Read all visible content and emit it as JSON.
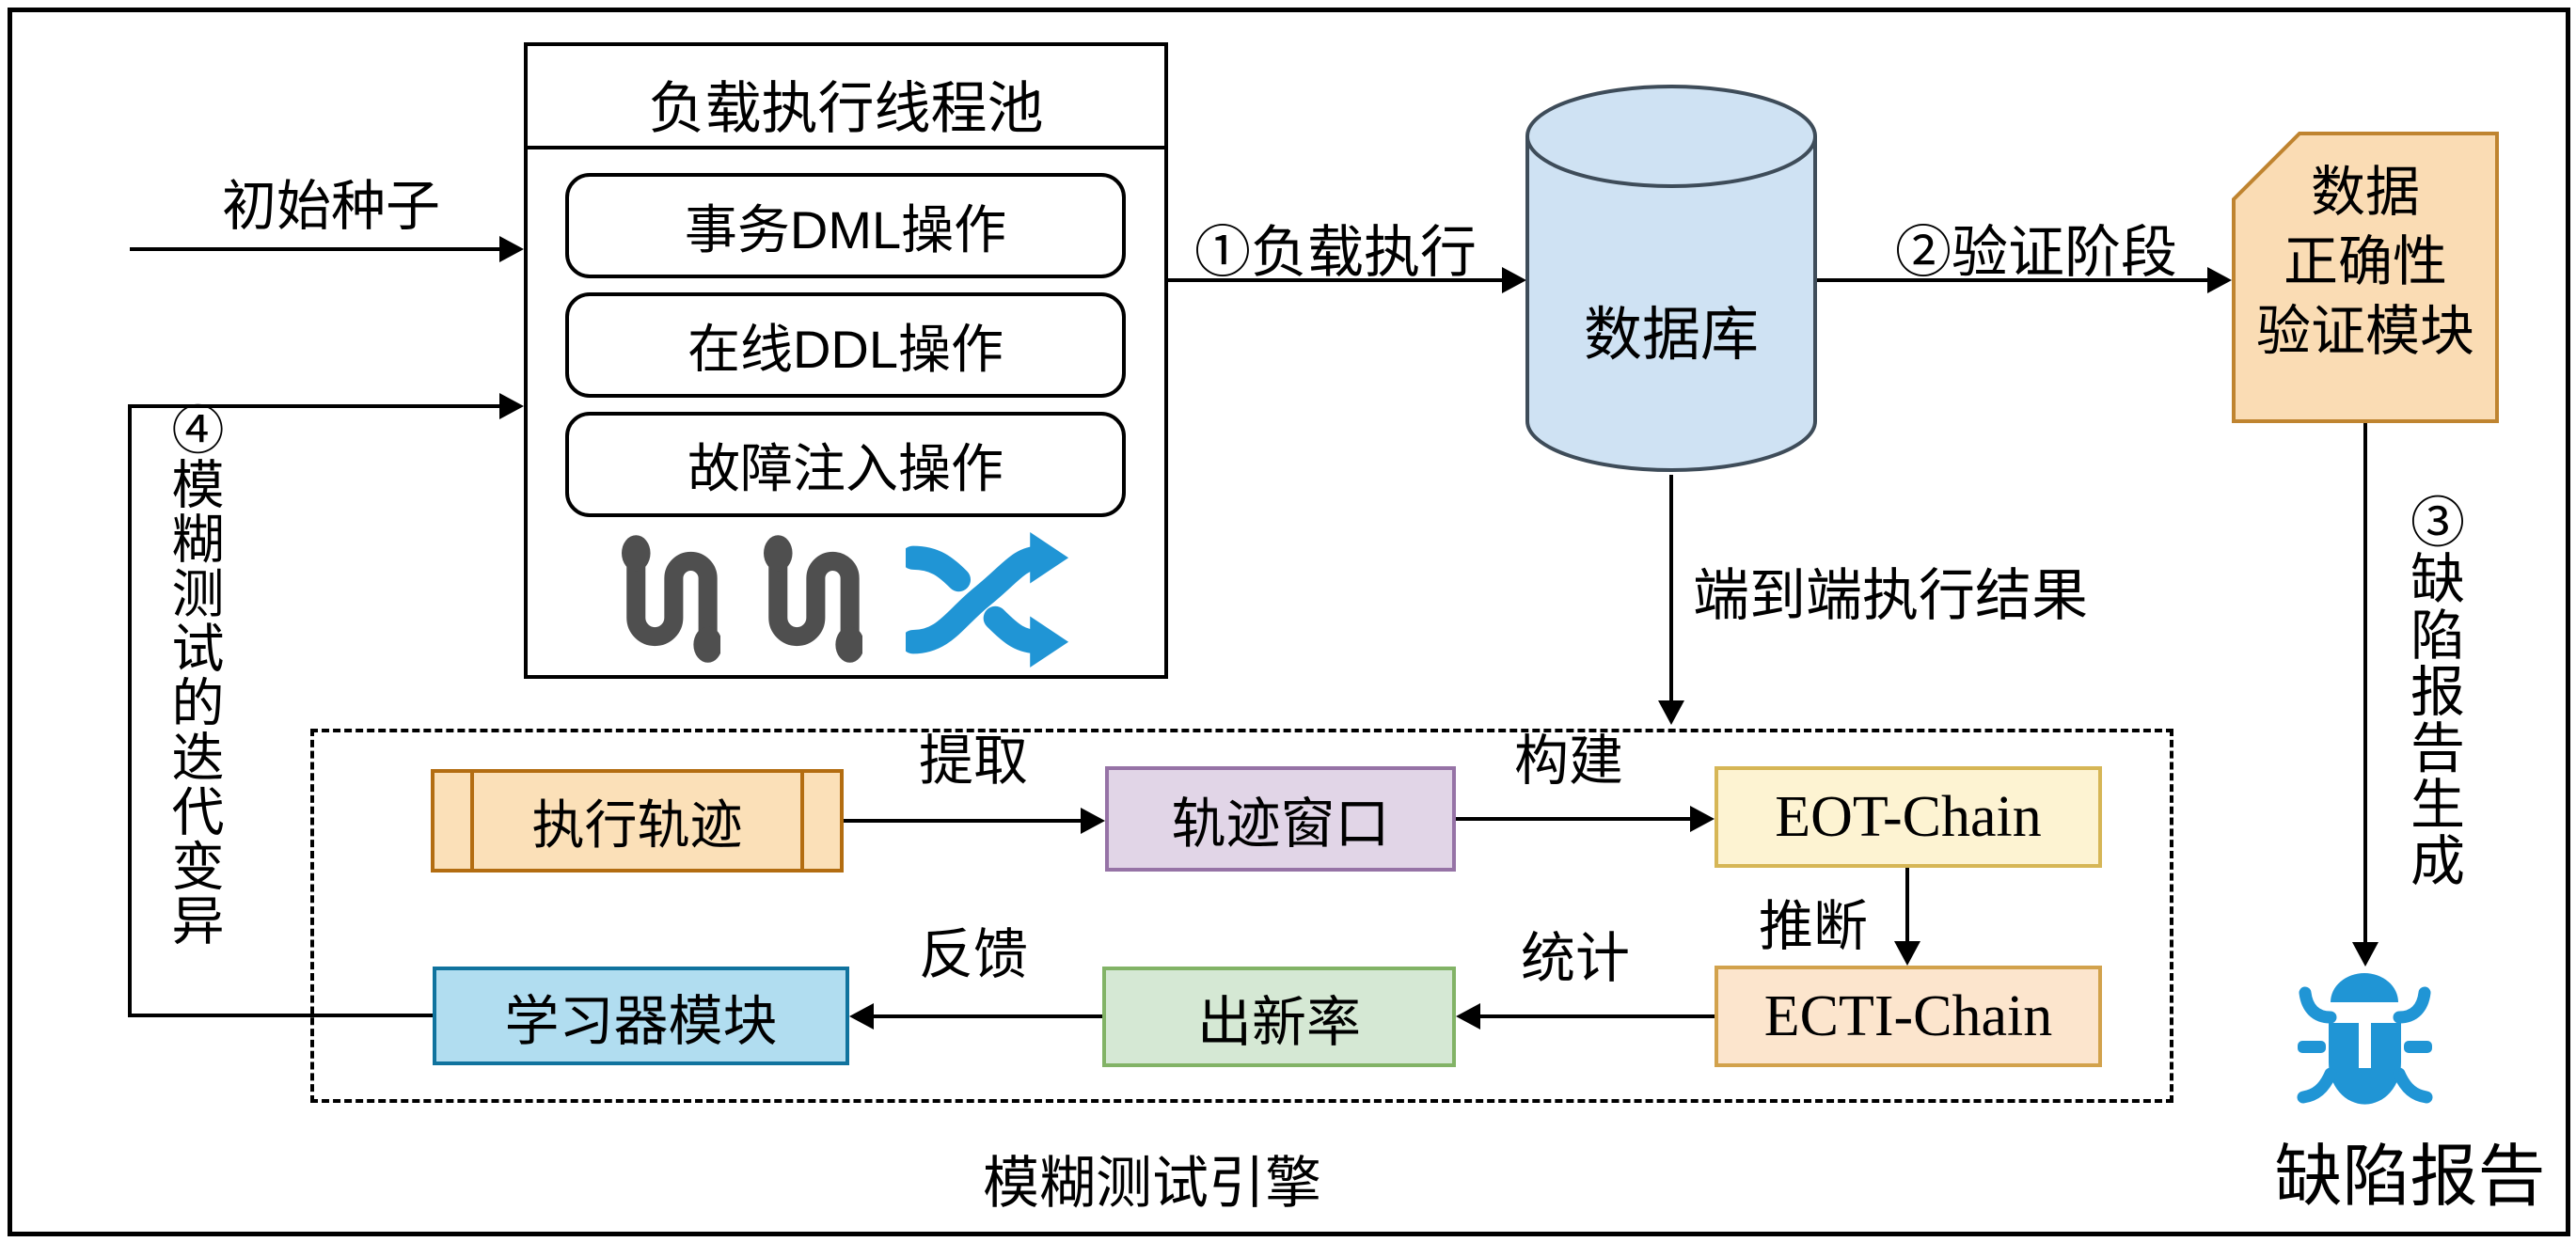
{
  "thread_pool": {
    "title": "负载执行线程池",
    "items": [
      "事务DML操作",
      "在线DDL操作",
      "故障注入操作"
    ],
    "icons": [
      "route-icon",
      "route-icon",
      "shuffle-icon"
    ]
  },
  "labels": {
    "initial_seed": "初始种子",
    "step1_load_exec": "①负载执行",
    "step2_verify_phase": "②验证阶段",
    "step3_defect_report_gen": "③缺陷报告生成",
    "step4_fuzz_iter_mutation": "④模糊测试的迭代变异",
    "e2e_result": "端到端执行结果",
    "extract": "提取",
    "build": "构建",
    "infer": "推断",
    "stat": "统计",
    "feedback": "反馈"
  },
  "database": {
    "label": "数据库"
  },
  "verify_module": {
    "lines": [
      "数据",
      "正确性",
      "验证模块"
    ]
  },
  "engine": {
    "title": "模糊测试引擎",
    "nodes": {
      "trace": "执行轨迹",
      "window": "轨迹窗口",
      "eot": "EOT-Chain",
      "ecti": "ECTI-Chain",
      "novelty": "出新率",
      "learner": "学习器模块"
    }
  },
  "bug_report": {
    "label": "缺陷报告"
  },
  "colors": {
    "line": "#000000",
    "db-fill": "#cfe2f3",
    "db-stroke": "#3e4c59",
    "note-fill": "#fadcb4",
    "note-stroke": "#bf8430",
    "trace-fill": "#fbe0b8",
    "trace-stroke": "#b36d11",
    "window-fill": "#e1d5e7",
    "window-stroke": "#9673a6",
    "eot-fill": "#fdf3d2",
    "eot-stroke": "#d6b656",
    "ecti-fill": "#fce5cd",
    "ecti-stroke": "#d2a24c",
    "novelty-fill": "#d5e8d4",
    "novelty-stroke": "#82b366",
    "learner-fill": "#b1ddf0",
    "learner-stroke": "#10739e",
    "icon-gray": "#4f4f4f",
    "icon-blue": "#2095d5"
  }
}
